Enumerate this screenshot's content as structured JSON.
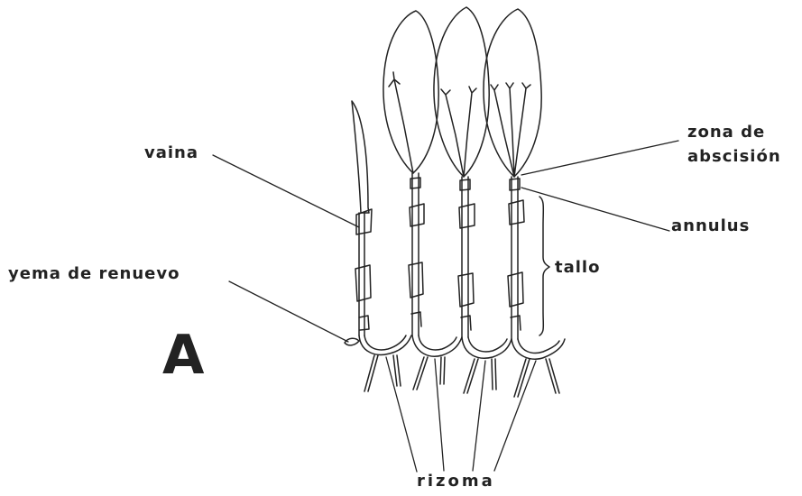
{
  "labels": {
    "vaina": "vaina",
    "yema": "yema de renuevo",
    "panel": "A",
    "zona_line1": "zona de",
    "zona_line2": "abscisión",
    "annulus": "annulus",
    "tallo": "tallo",
    "rizoma": "rizoma"
  },
  "colors": {
    "ink": "#222222",
    "background": "#ffffff"
  }
}
